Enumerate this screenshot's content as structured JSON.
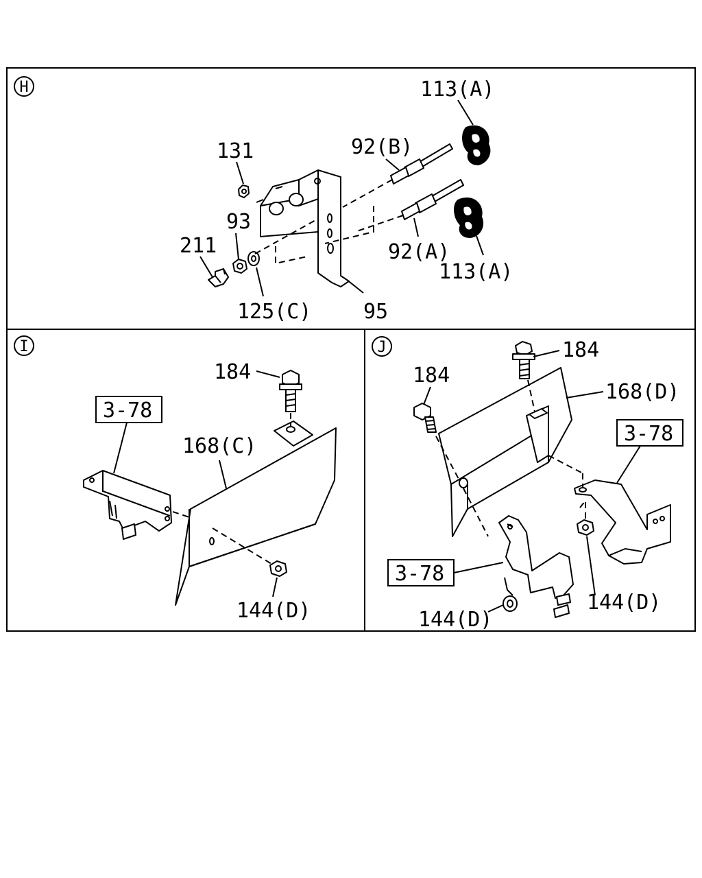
{
  "panels": [
    {
      "id": "H"
    },
    {
      "id": "I"
    },
    {
      "id": "J"
    }
  ],
  "labels": {
    "h_113a_top": "113(A)",
    "h_92b": "92(B)",
    "h_131": "131",
    "h_93": "93",
    "h_211": "211",
    "h_92a": "92(A)",
    "h_113a_bottom": "113(A)",
    "h_125c": "125(C)",
    "h_95": "95",
    "i_184": "184",
    "i_3_78": "3-78",
    "i_168c": "168(C)",
    "i_144d": "144(D)",
    "j_184_top": "184",
    "j_184_left": "184",
    "j_168d": "168(D)",
    "j_3_78_right": "3-78",
    "j_3_78_left": "3-78",
    "j_144d_right": "144(D)",
    "j_144d_bottom": "144(D)"
  }
}
